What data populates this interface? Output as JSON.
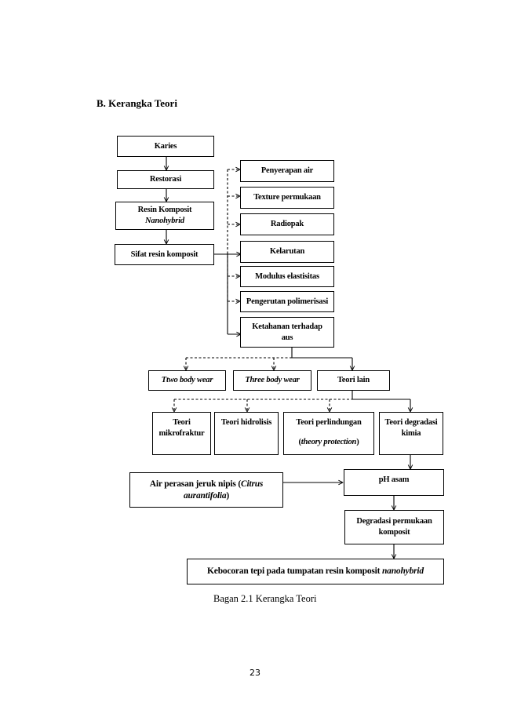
{
  "heading": "B. Kerangka Teori",
  "nodes": {
    "karies": "Karies",
    "restorasi": "Restorasi",
    "resin_komposit_1": "Resin Komposit",
    "resin_komposit_2": "Nanohybrid",
    "sifat": "Sifat resin komposit",
    "penyerapan": "Penyerapan air",
    "texture": "Texture permukaan",
    "radiopak": "Radiopak",
    "kelarutan": "Kelarutan",
    "modulus": "Modulus elastisitas",
    "pengerutan": "Pengerutan polimerisasi",
    "ketahanan_1": "Ketahanan terhadap",
    "ketahanan_2": "aus",
    "two_body": "Ttwo body wear",
    "three_body": "Three body wear",
    "teori_lain": "Teori lain",
    "mikrofraktur_1": "Teori",
    "mikrofraktur_2": "mikrofraktur",
    "hidrolisis": "Teori hidrolisis",
    "perlindungan_1": "Teori perlindungan",
    "perlindungan_2a": "(",
    "perlindungan_2b": "theory protection",
    "perlindungan_2c": ")",
    "degradasi_kimia_1": "Teori degradasi",
    "degradasi_kimia_2": "kimia",
    "air_perasan_1a": "Air perasan jeruk nipis (",
    "air_perasan_1b": "Citrus",
    "air_perasan_2a": "aurantifolia",
    "air_perasan_2b": ")",
    "ph_asam": "pH asam",
    "degradasi_permukaan_1": "Degradasi permukaan",
    "degradasi_permukaan_2": "komposit",
    "kebocoran_a": "Kebocoran tepi pada tumpatan resin komposit ",
    "kebocoran_b": "nanohybrid"
  },
  "caption": "Bagan 2.1 Kerangka Teori",
  "page_number": "23"
}
